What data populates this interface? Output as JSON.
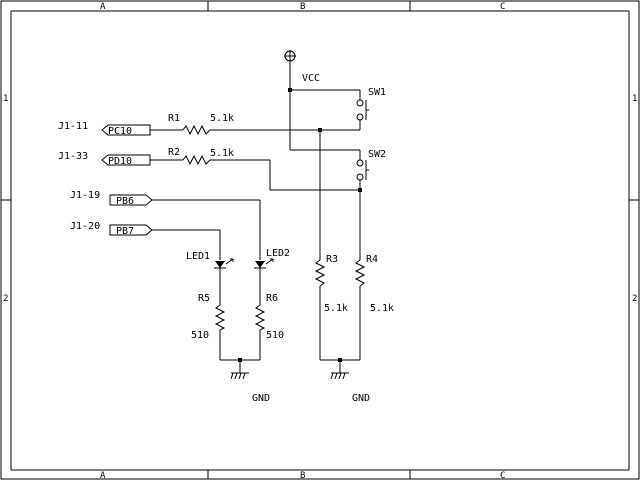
{
  "frame": {
    "columns": [
      "A",
      "B",
      "C"
    ],
    "rows": [
      "1",
      "2"
    ]
  },
  "power": {
    "vcc_label": "VCC",
    "gnd_labels": [
      "GND",
      "GND"
    ]
  },
  "connectors": [
    {
      "pin": "J1-11",
      "net": "PC10"
    },
    {
      "pin": "J1-33",
      "net": "PD10"
    },
    {
      "pin": "J1-19",
      "net": "PB6"
    },
    {
      "pin": "J1-20",
      "net": "PB7"
    }
  ],
  "components": {
    "R1": {
      "ref": "R1",
      "value": "5.1k"
    },
    "R2": {
      "ref": "R2",
      "value": "5.1k"
    },
    "R3": {
      "ref": "R3",
      "value": "5.1k"
    },
    "R4": {
      "ref": "R4",
      "value": "5.1k"
    },
    "R5": {
      "ref": "R5",
      "value": "510"
    },
    "R6": {
      "ref": "R6",
      "value": "510"
    },
    "SW1": {
      "ref": "SW1"
    },
    "SW2": {
      "ref": "SW2"
    },
    "LED1": {
      "ref": "LED1"
    },
    "LED2": {
      "ref": "LED2"
    }
  }
}
